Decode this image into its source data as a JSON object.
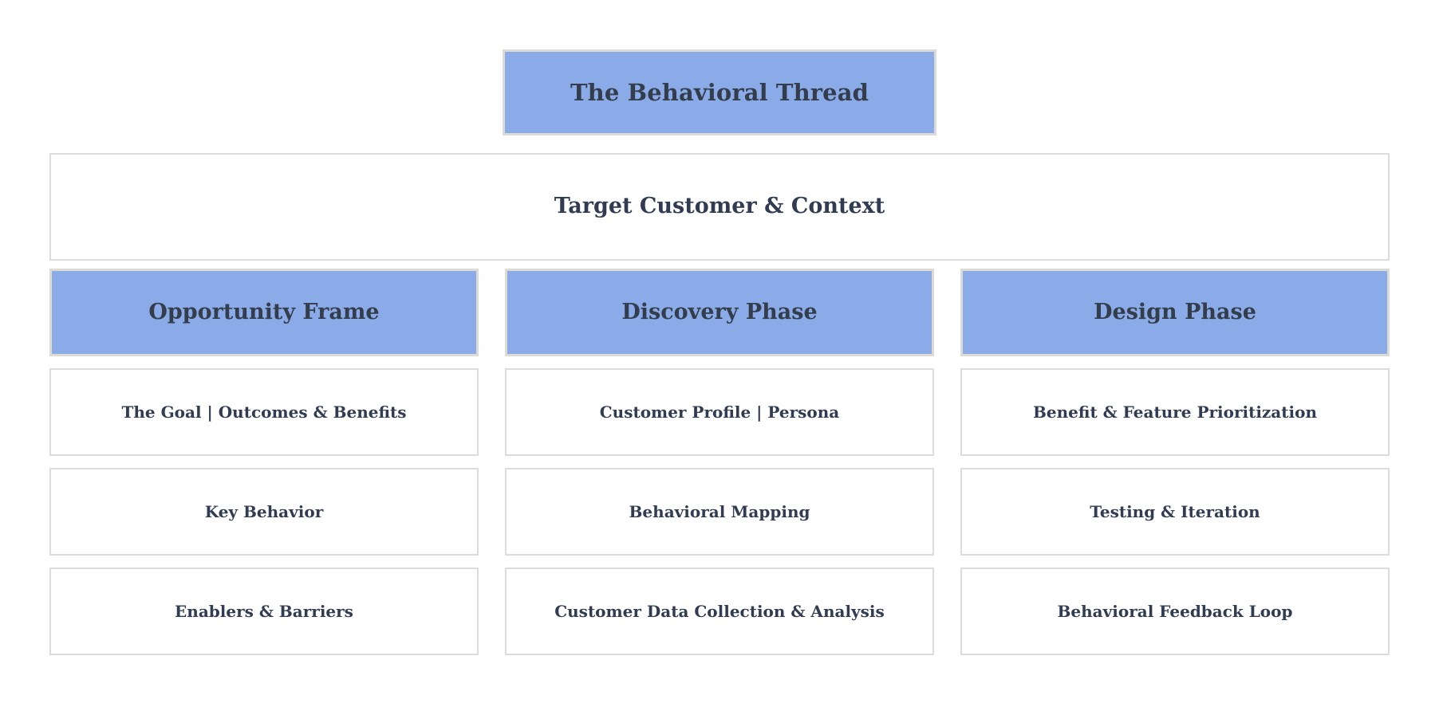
{
  "theme": {
    "accent_blue": "#8aabe8",
    "accent_border": "#dcdad5",
    "cell_border": "#dcdcdc",
    "heading_text": "#343d4c",
    "body_text": "#313c52",
    "background": "#ffffff"
  },
  "title_banner": {
    "label": "The Behavioral Thread"
  },
  "context_band": {
    "label": "Target Customer & Context"
  },
  "columns": [
    {
      "header": "Opportunity Frame",
      "items": [
        "The Goal | Outcomes & Benefits",
        "Key Behavior",
        "Enablers & Barriers"
      ]
    },
    {
      "header": "Discovery Phase",
      "items": [
        "Customer Profile | Persona",
        "Behavioral Mapping",
        "Customer Data Collection & Analysis"
      ]
    },
    {
      "header": "Design Phase",
      "items": [
        "Benefit & Feature Prioritization",
        "Testing & Iteration",
        "Behavioral Feedback Loop"
      ]
    }
  ]
}
